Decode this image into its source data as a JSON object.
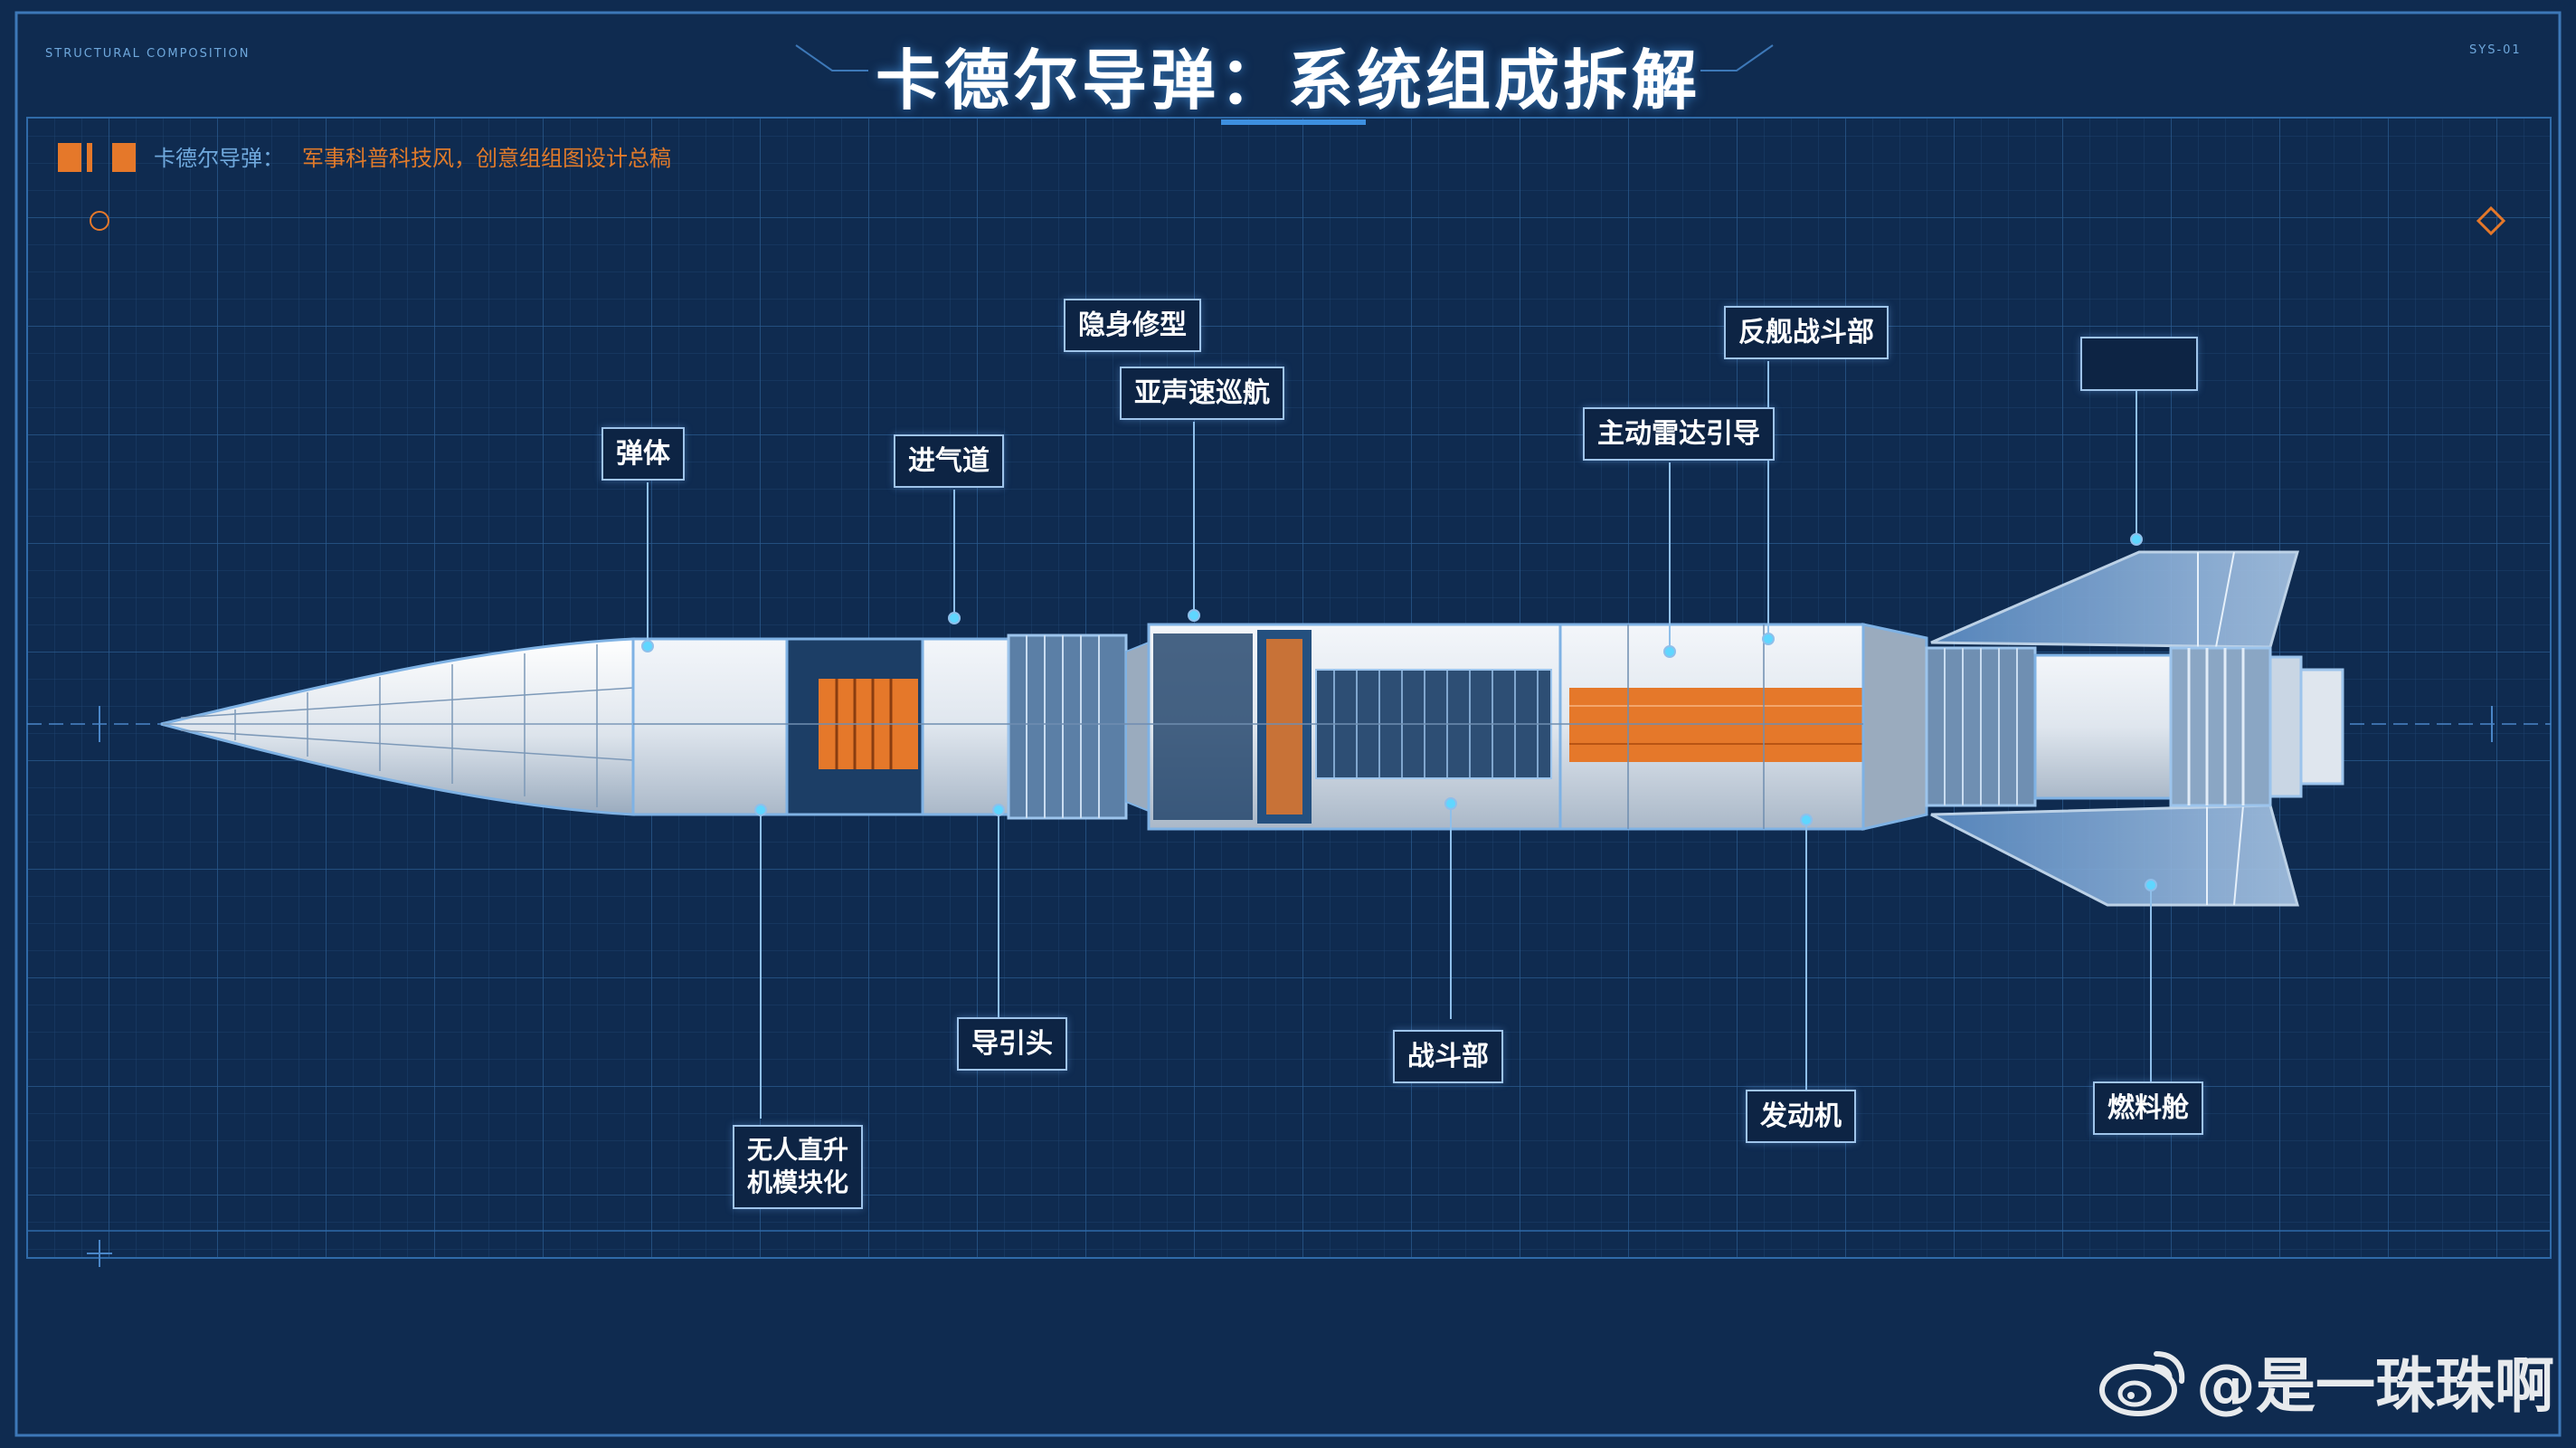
{
  "header": {
    "title": "卡德尔导弹：系统组成拆解",
    "subtitle_key": "卡德尔导弹：",
    "subtitle_value": "军事科普科技风，创意组组图设计总稿",
    "tag_top_left": "STRUCTURAL COMPOSITION",
    "tag_top_right": "SYS-01"
  },
  "labels": {
    "danti": "弹体",
    "jinqidao": "进气道",
    "yinshen": "隐身修型",
    "yasheng": "亚声速巡航",
    "fanjian": "反舰战斗部",
    "zhudong": "主动雷达引导",
    "blank": "",
    "daoyintou": "导引头",
    "zhandoubu": "战斗部",
    "fadongji": "发动机",
    "ranliao": "燃料舱",
    "wuren": "无人直升\n机模块化"
  },
  "watermark": {
    "text": "@是一珠珠啊"
  },
  "colors": {
    "background": "#0f2b50",
    "grid": "#24507f",
    "accent_orange": "#e5782a",
    "label_border": "#9fc4ea",
    "leader": "#8fbfea"
  }
}
